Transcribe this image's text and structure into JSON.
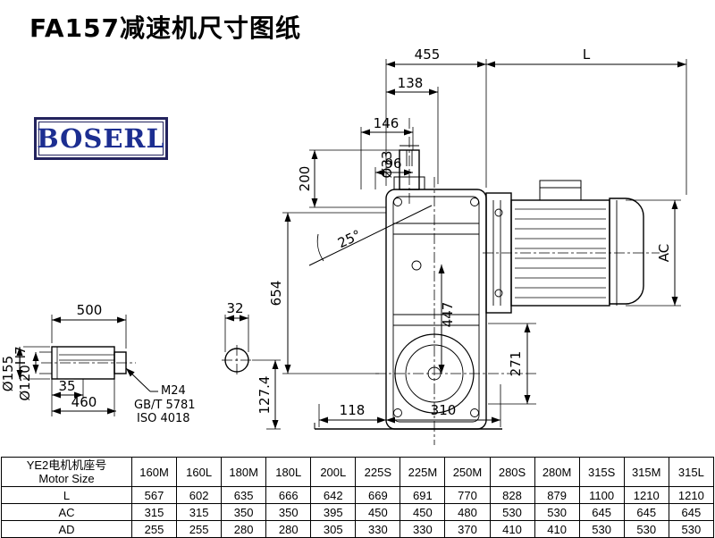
{
  "page": {
    "title": "FA157减速机尺寸图纸"
  },
  "logo": {
    "text": "BOSERL"
  },
  "drawing": {
    "dims": {
      "d455": "455",
      "dL": "L",
      "d138": "138",
      "d146": "146",
      "d96": "96",
      "d33": "Ø33",
      "d200": "200",
      "d25": "25°",
      "d654": "654",
      "d447": "447",
      "dAC": "AC",
      "d271": "271",
      "d118": "118",
      "d310": "310",
      "d500": "500",
      "d32": "32",
      "d35": "35",
      "d460": "460",
      "d155": "Ø155",
      "d120_base": "Ø120",
      "d120_sup": "H7",
      "d127": "127.4"
    },
    "notes": {
      "thread": "M24",
      "std1": "GB/T 5781",
      "std2": "ISO 4018"
    }
  },
  "table": {
    "header": {
      "line1": "YE2电机机座号",
      "line2": "Motor Size",
      "columns": [
        "160M",
        "160L",
        "180M",
        "180L",
        "200L",
        "225S",
        "225M",
        "250M",
        "280S",
        "280M",
        "315S",
        "315M",
        "315L"
      ]
    },
    "rows": [
      {
        "label": "L",
        "values": [
          "567",
          "602",
          "635",
          "666",
          "642",
          "669",
          "691",
          "770",
          "828",
          "879",
          "1100",
          "1210",
          "1210"
        ]
      },
      {
        "label": "AC",
        "values": [
          "315",
          "315",
          "350",
          "350",
          "395",
          "450",
          "450",
          "480",
          "530",
          "530",
          "645",
          "645",
          "645"
        ]
      },
      {
        "label": "AD",
        "values": [
          "255",
          "255",
          "280",
          "280",
          "305",
          "330",
          "330",
          "370",
          "410",
          "410",
          "530",
          "530",
          "530"
        ]
      }
    ]
  }
}
